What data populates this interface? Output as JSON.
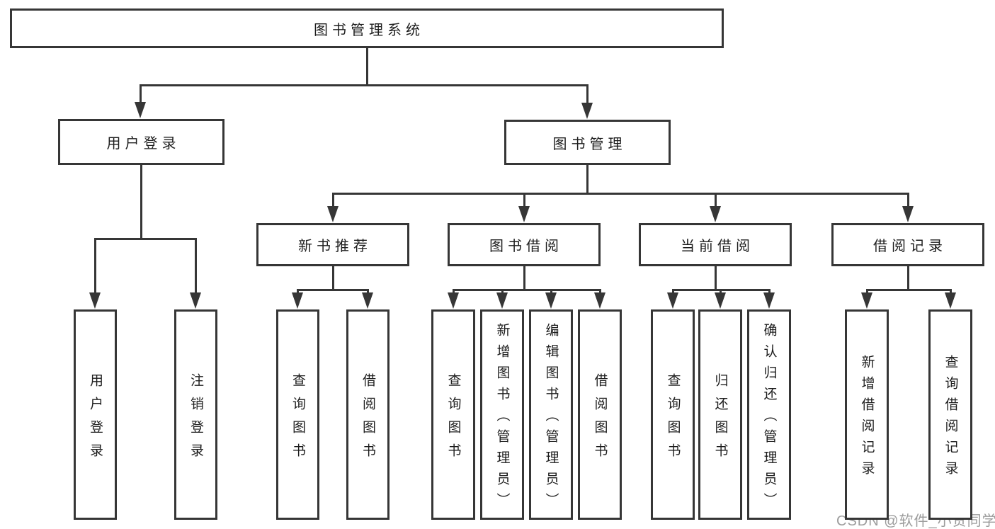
{
  "diagram": {
    "title": "图书管理系统",
    "type": "tree"
  },
  "colors": {
    "line": "#363636",
    "text": "#1d1d1d",
    "background": "#ffffff",
    "watermark": "#9c9c9c"
  },
  "watermark": {
    "text": "CSDN @软件_小贺同学"
  },
  "nodes": [
    {
      "id": "root",
      "label": "图书管理系统",
      "parent": null,
      "level": 1
    },
    {
      "id": "login",
      "label": "用户登录",
      "parent": "root",
      "level": 2
    },
    {
      "id": "mgmt",
      "label": "图书管理",
      "parent": "root",
      "level": 2
    },
    {
      "id": "new-rec",
      "label": "新书推荐",
      "parent": "mgmt",
      "level": 3
    },
    {
      "id": "book-borrow",
      "label": "图书借阅",
      "parent": "mgmt",
      "level": 3
    },
    {
      "id": "cur-borrow",
      "label": "当前借阅",
      "parent": "mgmt",
      "level": 3
    },
    {
      "id": "borrow-records",
      "label": "借阅记录",
      "parent": "mgmt",
      "level": 3
    },
    {
      "id": "login-user",
      "label": "用户登录",
      "parent": "login",
      "level": 4
    },
    {
      "id": "login-logout",
      "label": "注销登录",
      "parent": "login",
      "level": 4
    },
    {
      "id": "new-rec-query",
      "label": "查询图书",
      "parent": "new-rec",
      "level": 4
    },
    {
      "id": "new-rec-borrow",
      "label": "借阅图书",
      "parent": "new-rec",
      "level": 4
    },
    {
      "id": "bb-query",
      "label": "查询图书",
      "parent": "book-borrow",
      "level": 4
    },
    {
      "id": "bb-add",
      "label": "新增图书（管理员）",
      "parent": "book-borrow",
      "level": 4
    },
    {
      "id": "bb-edit",
      "label": "编辑图书（管理员）",
      "parent": "book-borrow",
      "level": 4
    },
    {
      "id": "bb-borrow",
      "label": "借阅图书",
      "parent": "book-borrow",
      "level": 4
    },
    {
      "id": "cb-query",
      "label": "查询图书",
      "parent": "cur-borrow",
      "level": 4
    },
    {
      "id": "cb-return",
      "label": "归还图书",
      "parent": "cur-borrow",
      "level": 4
    },
    {
      "id": "cb-confirm",
      "label": "确认归还（管理员）",
      "parent": "cur-borrow",
      "level": 4
    },
    {
      "id": "br-add",
      "label": "新增借阅记录",
      "parent": "borrow-records",
      "level": 4
    },
    {
      "id": "br-query",
      "label": "查询借阅记录",
      "parent": "borrow-records",
      "level": 4
    }
  ]
}
